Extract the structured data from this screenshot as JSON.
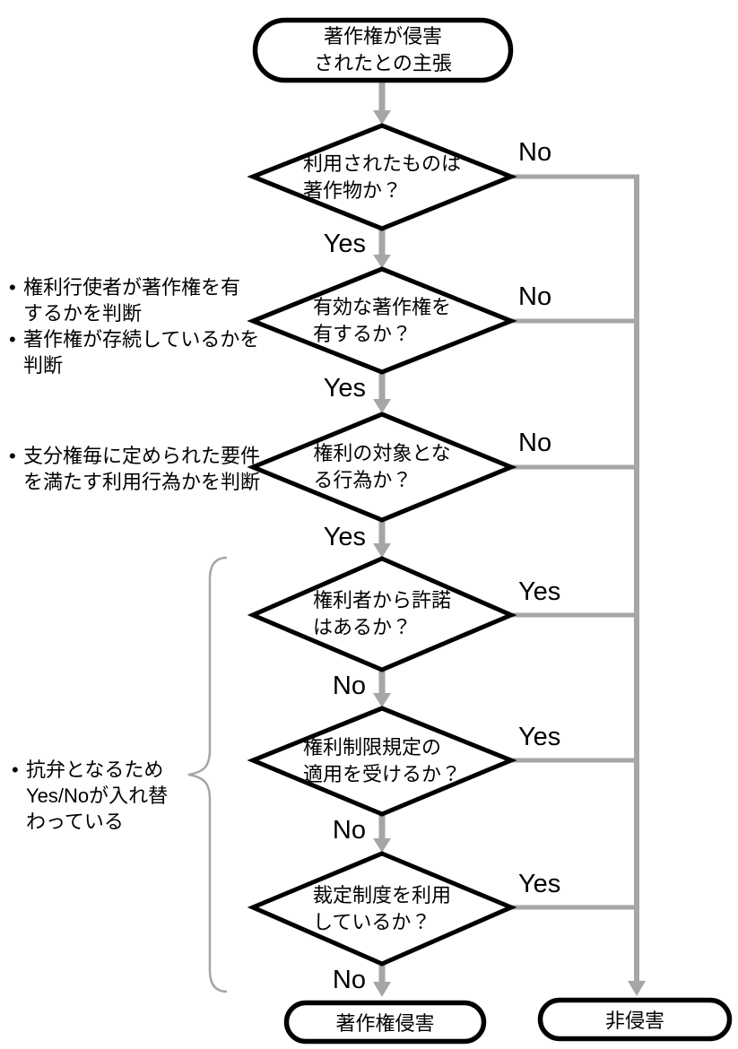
{
  "colors": {
    "connector_gray": "#a6a6a6",
    "shape_border": "#000000",
    "text": "#000000",
    "background": "#ffffff"
  },
  "flowchart": {
    "start": {
      "line1": "著作権が侵害",
      "line2": "されたとの主張"
    },
    "decisions": [
      {
        "line1": "利用されたものは",
        "line2": "著作物か？",
        "right": "No",
        "down": "Yes"
      },
      {
        "line1": "有効な著作権を",
        "line2": "有するか？",
        "right": "No",
        "down": "Yes"
      },
      {
        "line1": "権利の対象とな",
        "line2": "る行為か？",
        "right": "No",
        "down": "Yes"
      },
      {
        "line1": "権利者から許諾",
        "line2": "はあるか？",
        "right": "Yes",
        "down": "No"
      },
      {
        "line1": "権利制限規定の",
        "line2": "適用を受けるか？",
        "right": "Yes",
        "down": "No"
      },
      {
        "line1": "裁定制度を利用",
        "line2": "しているか？",
        "right": "Yes",
        "down": "No"
      }
    ],
    "ends": {
      "infringement": "著作権侵害",
      "non_infringement": "非侵害"
    },
    "annotations": [
      {
        "lines": [
          {
            "b": "•",
            "t": "権利行使者が著作権を有"
          },
          {
            "b": "",
            "t": "するかを判断"
          },
          {
            "b": "•",
            "t": "著作権が存続しているかを"
          },
          {
            "b": "",
            "t": "判断"
          }
        ]
      },
      {
        "lines": [
          {
            "b": "•",
            "t": "支分権毎に定められた要件"
          },
          {
            "b": "",
            "t": "を満たす利用行為かを判断"
          }
        ]
      },
      {
        "lines": [
          {
            "b": "•",
            "t": "抗弁となるため"
          },
          {
            "b": "",
            "t": "Yes/Noが入れ替"
          },
          {
            "b": "",
            "t": "わっている"
          }
        ]
      }
    ]
  }
}
